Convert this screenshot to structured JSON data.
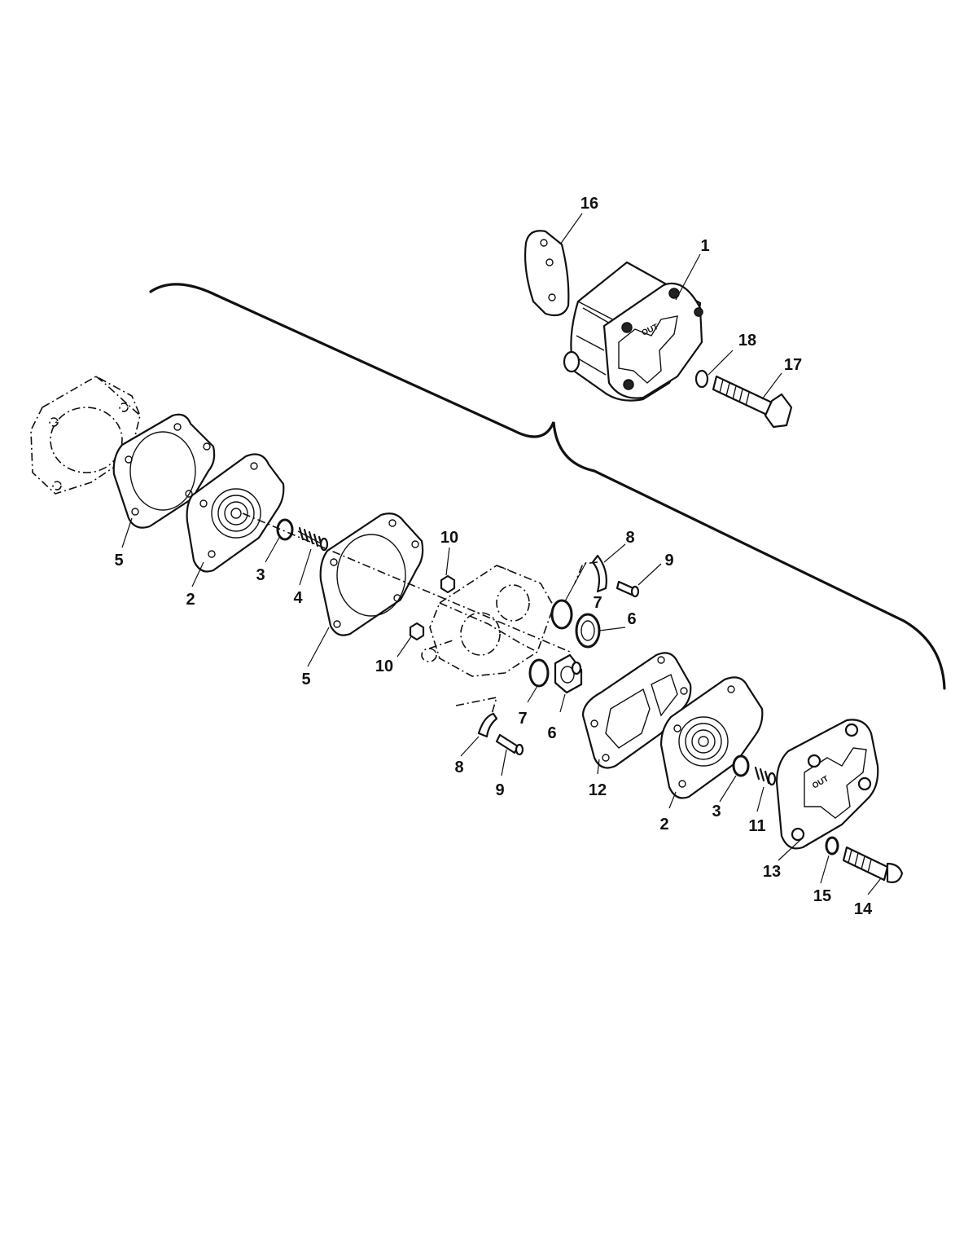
{
  "diagram": {
    "callouts": {
      "c1": "1",
      "c16": "16",
      "c18": "18",
      "c17": "17",
      "c5a": "5",
      "c2a": "2",
      "c3a": "3",
      "c4": "4",
      "c5b": "5",
      "c10a": "10",
      "c10b": "10",
      "c8a": "8",
      "c9a": "9",
      "c7a": "7",
      "c6a": "6",
      "c7b": "7",
      "c6b": "6",
      "c8b": "8",
      "c9b": "9",
      "c12": "12",
      "c2b": "2",
      "c3b": "3",
      "c11": "11",
      "c13": "13",
      "c15": "15",
      "c14": "14"
    }
  }
}
